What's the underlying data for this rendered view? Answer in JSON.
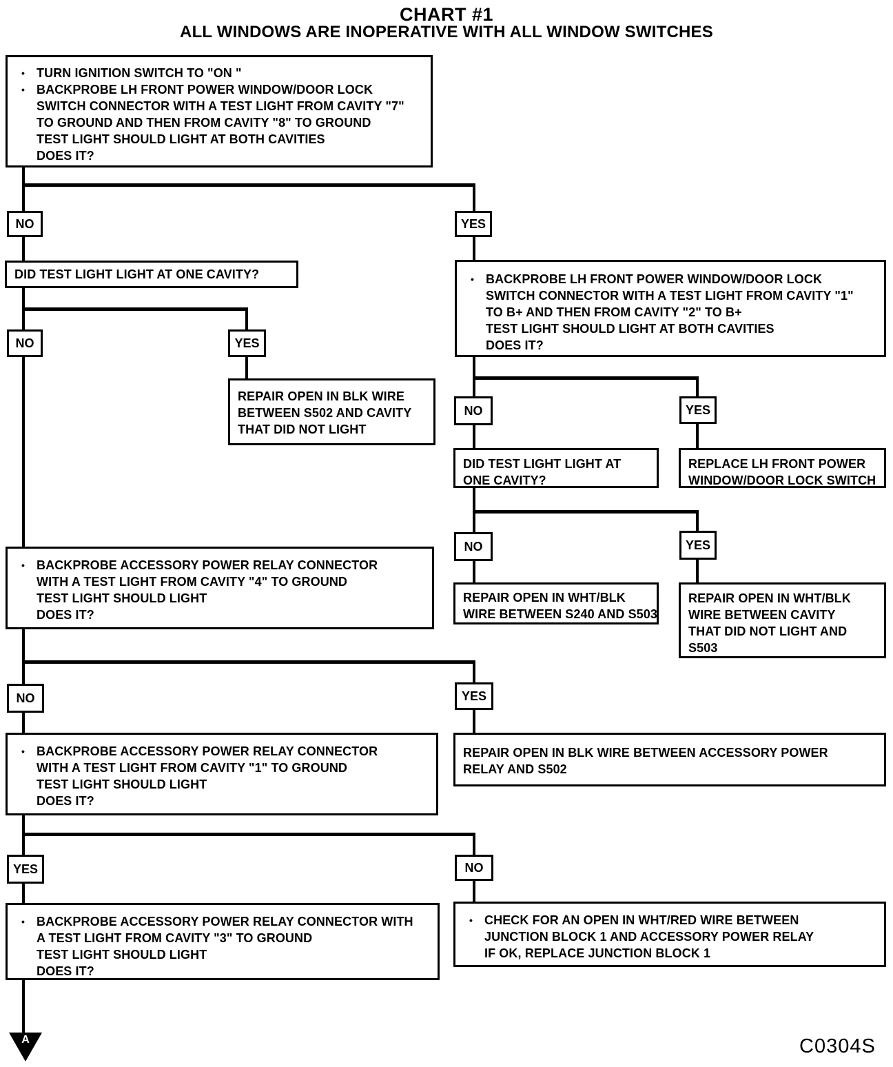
{
  "title": "CHART #1",
  "subtitle": "ALL WINDOWS ARE INOPERATIVE WITH ALL WINDOW SWITCHES",
  "figure_code": "C0304S",
  "labels": {
    "yes": "YES",
    "no": "NO"
  },
  "glyphs": {
    "bullet": "•",
    "connector_a": "A"
  },
  "flowchart": {
    "start": {
      "lines": [
        "TURN IGNITION SWITCH TO \"ON \"",
        "BACKPROBE LH FRONT POWER WINDOW/DOOR LOCK",
        "SWITCH CONNECTOR WITH A TEST LIGHT FROM CAVITY \"7\"",
        "TO GROUND AND THEN FROM CAVITY \"8\" TO GROUND",
        "TEST LIGHT SHOULD LIGHT AT BOTH CAVITIES",
        "DOES IT?"
      ]
    },
    "q_one_cavity_left": {
      "lines": [
        "DID TEST LIGHT LIGHT AT ONE CAVITY?"
      ]
    },
    "repair_blk_s502": {
      "lines": [
        "REPAIR OPEN IN BLK WIRE",
        "BETWEEN S502 AND CAVITY",
        "THAT DID NOT LIGHT"
      ]
    },
    "probe_switch_bplus": {
      "lines": [
        "BACKPROBE LH FRONT POWER WINDOW/DOOR LOCK",
        "SWITCH CONNECTOR WITH A TEST LIGHT FROM CAVITY \"1\"",
        "TO B+ AND THEN FROM CAVITY \"2\" TO B+",
        "TEST LIGHT SHOULD LIGHT AT BOTH CAVITIES",
        "DOES IT?"
      ]
    },
    "q_one_cavity_right": {
      "lines": [
        "DID TEST LIGHT LIGHT AT",
        "ONE CAVITY?"
      ]
    },
    "replace_switch": {
      "lines": [
        "REPLACE LH FRONT POWER",
        "WINDOW/DOOR LOCK SWITCH"
      ]
    },
    "repair_whtblk_s240_s503": {
      "lines": [
        "REPAIR OPEN IN WHT/BLK",
        "WIRE BETWEEN S240 AND S503"
      ]
    },
    "repair_whtblk_cavity_s503": {
      "lines": [
        "REPAIR OPEN IN WHT/BLK",
        "WIRE BETWEEN CAVITY",
        "THAT DID NOT LIGHT AND",
        "S503"
      ]
    },
    "probe_relay_cavity4": {
      "lines": [
        "BACKPROBE ACCESSORY POWER RELAY CONNECTOR",
        "WITH A TEST LIGHT FROM CAVITY \"4\" TO GROUND",
        "TEST LIGHT SHOULD LIGHT",
        "DOES IT?"
      ]
    },
    "repair_blk_relay_s502": {
      "lines": [
        "REPAIR OPEN IN BLK WIRE BETWEEN ACCESSORY POWER",
        "RELAY AND S502"
      ]
    },
    "probe_relay_cavity1": {
      "lines": [
        "BACKPROBE ACCESSORY POWER RELAY CONNECTOR",
        "WITH A TEST LIGHT FROM CAVITY \"1\" TO GROUND",
        "TEST LIGHT SHOULD LIGHT",
        "DOES IT?"
      ]
    },
    "probe_relay_cavity3": {
      "lines": [
        "BACKPROBE ACCESSORY POWER RELAY CONNECTOR WITH",
        "A TEST LIGHT FROM CAVITY \"3\" TO GROUND",
        "TEST LIGHT SHOULD LIGHT",
        "DOES IT?"
      ]
    },
    "check_junction": {
      "lines": [
        "CHECK FOR AN OPEN IN WHT/RED WIRE BETWEEN",
        "JUNCTION BLOCK 1 AND ACCESSORY POWER RELAY",
        "IF OK, REPLACE JUNCTION BLOCK 1"
      ]
    }
  }
}
